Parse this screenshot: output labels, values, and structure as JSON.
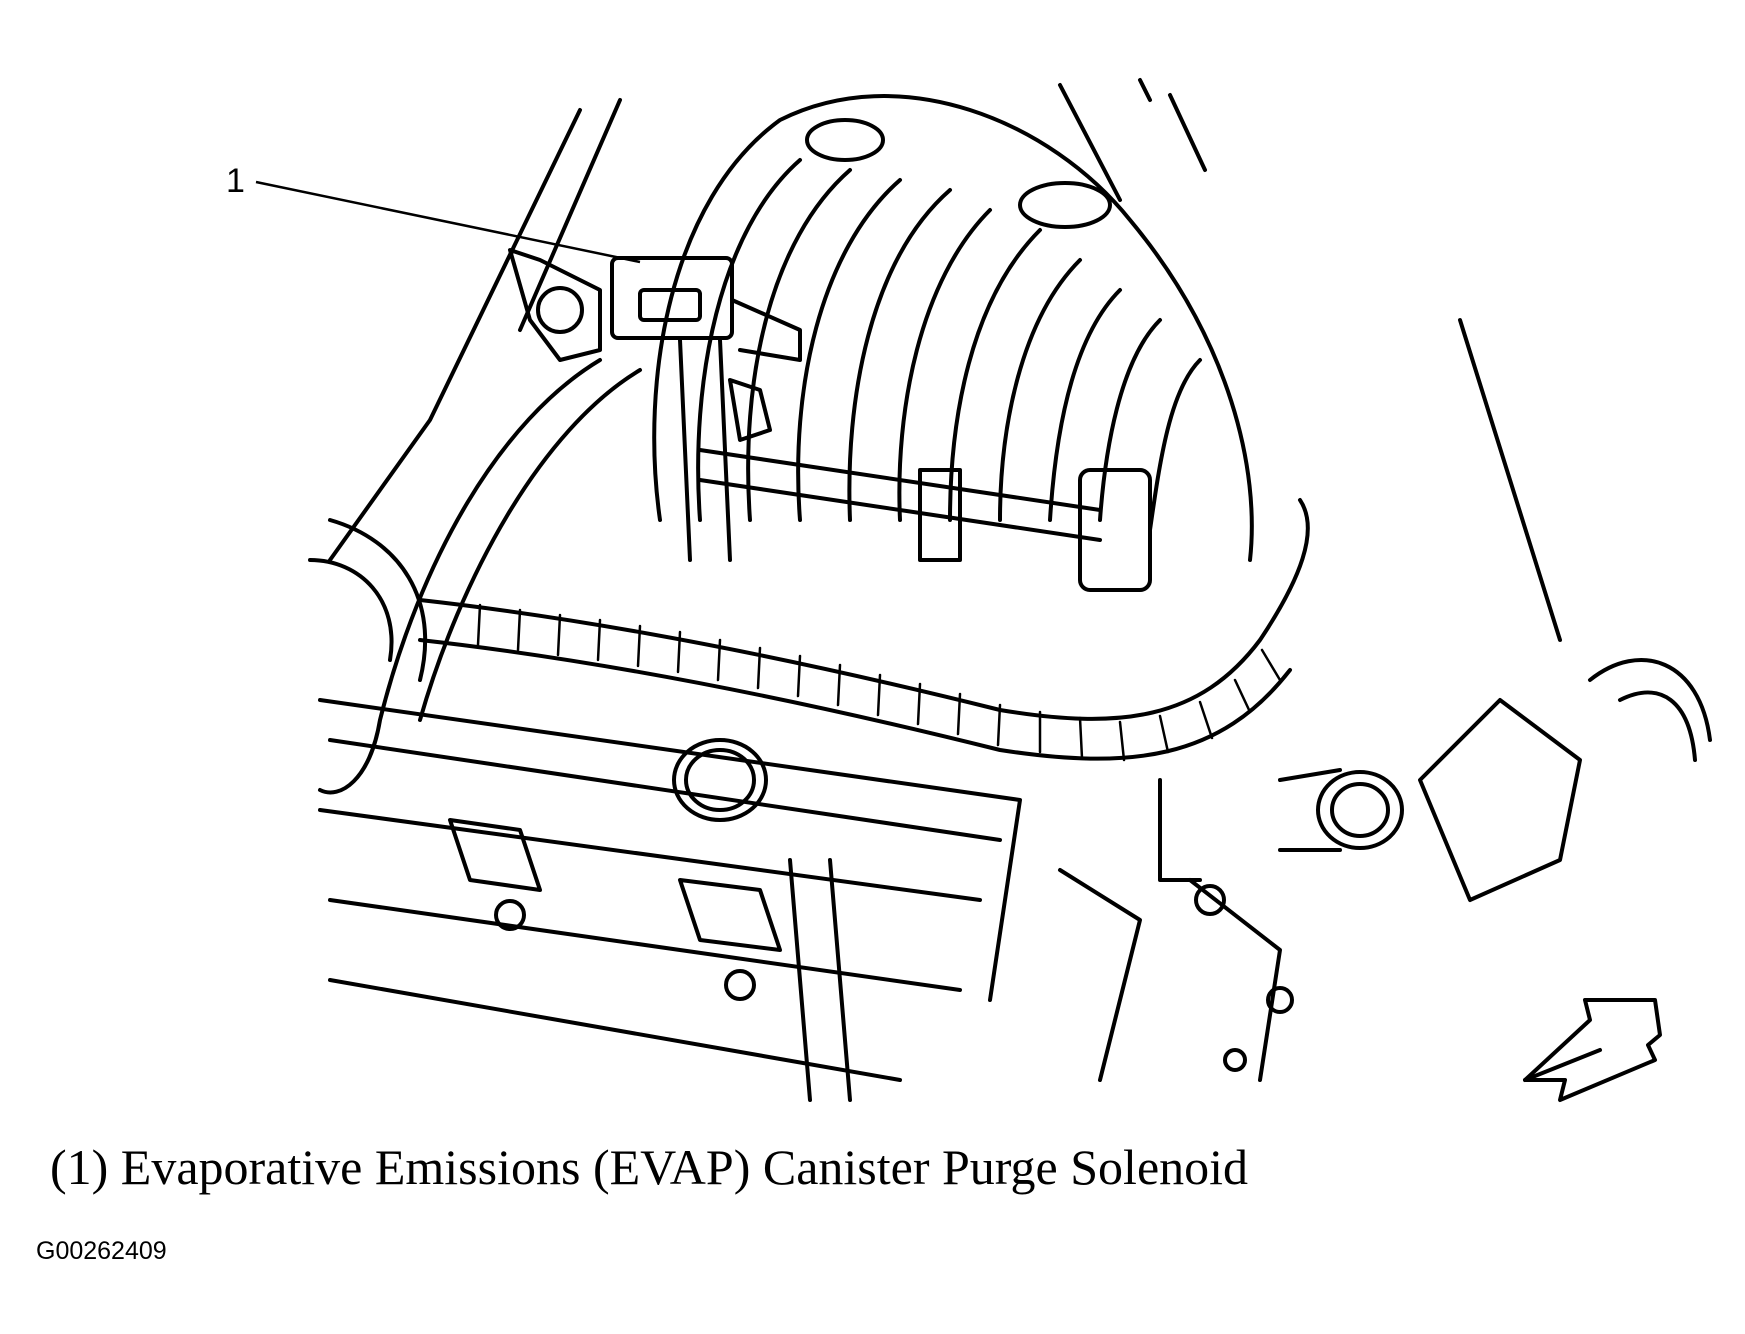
{
  "callout": {
    "number": "1"
  },
  "caption": "(1) Evaporative Emissions (EVAP) Canister Purge Solenoid",
  "figure_id": "G00262409",
  "icons": {
    "arrow": "direction-arrow-icon"
  },
  "colors": {
    "ink": "#000000",
    "paper": "#ffffff"
  }
}
